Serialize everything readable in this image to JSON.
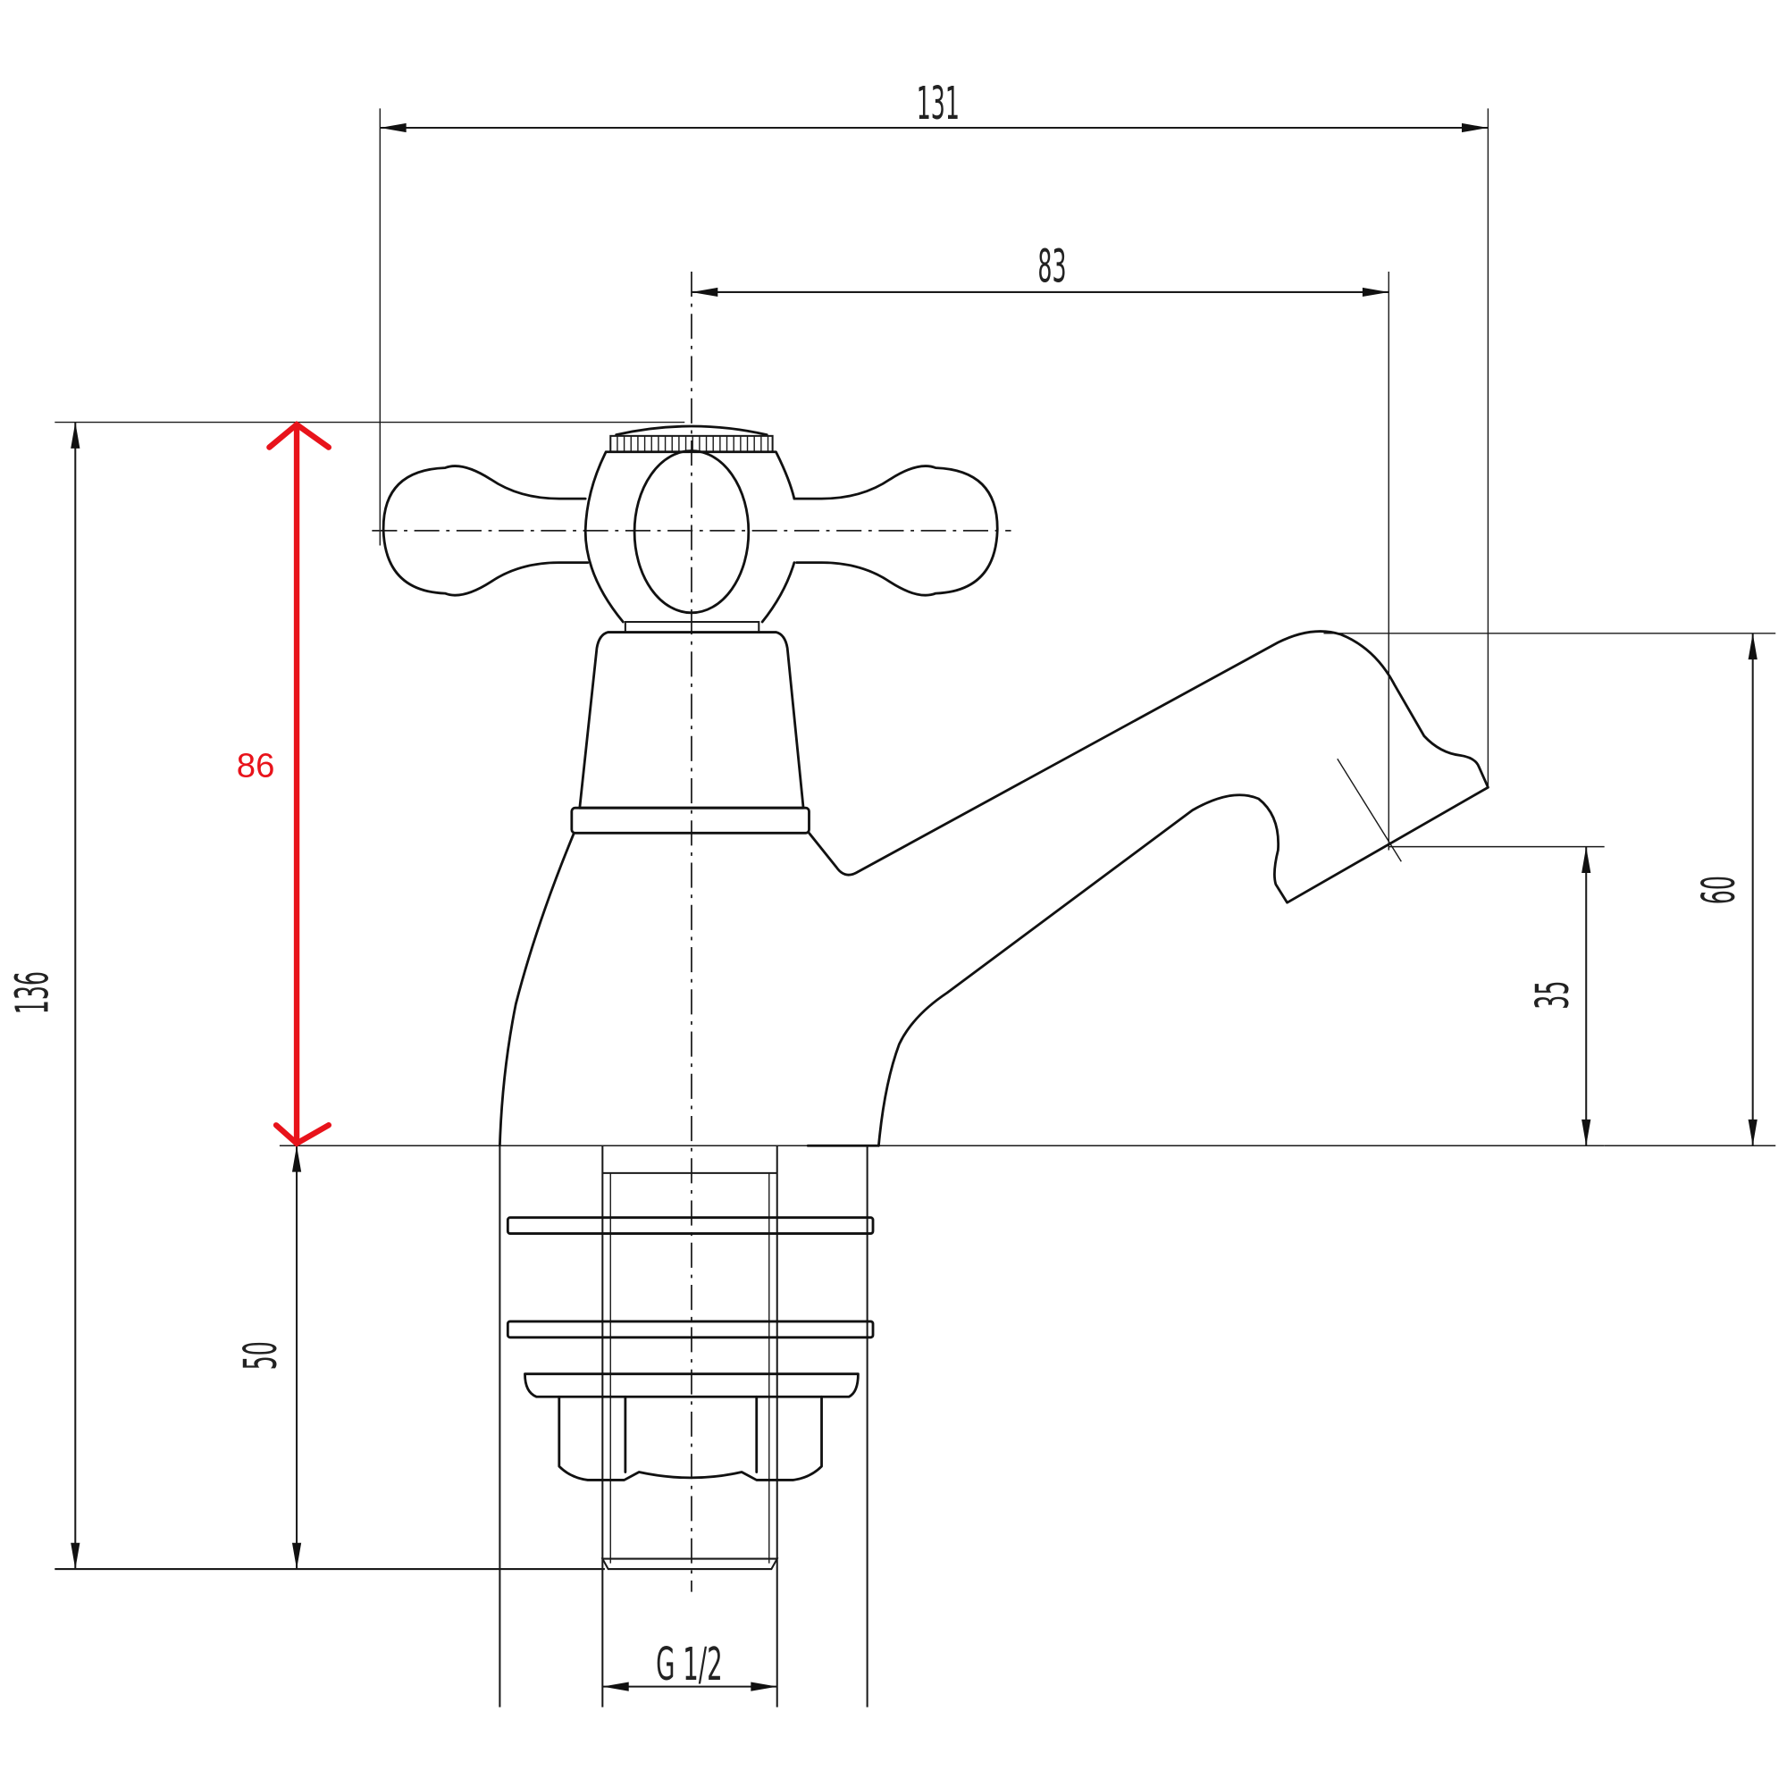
{
  "drawing": {
    "subject": "Basin tap with cross-head handle — technical side elevation",
    "units": "mm",
    "colors": {
      "line": "#111111",
      "highlight": "#e8131b",
      "background": "#ffffff"
    }
  },
  "dimensions": {
    "overall_width": "131",
    "spout_reach": "83",
    "overall_height": "136",
    "height_above_deck": "86",
    "shank_length": "50",
    "spout_top_height": "60",
    "spout_outlet_height": "35",
    "thread_size": "G 1/2"
  }
}
